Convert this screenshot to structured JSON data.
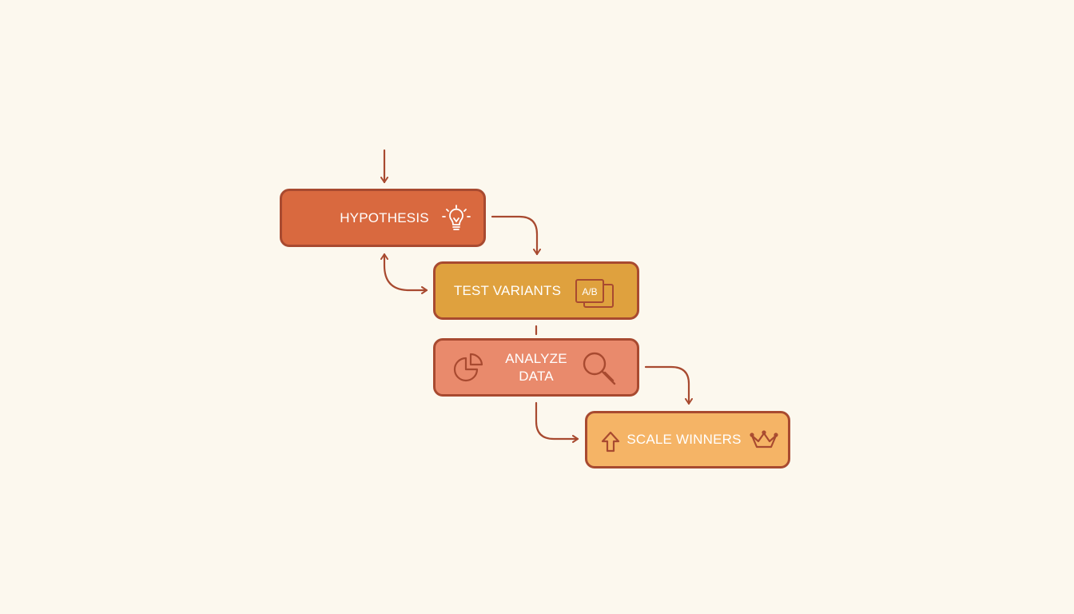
{
  "colors": {
    "background": "#fcf8ee",
    "stroke": "#a84a30",
    "hypothesis_fill": "#d9693f",
    "test_fill": "#dfa13e",
    "analyze_fill": "#e98a6c",
    "scale_fill": "#f5b466",
    "text": "#ffffff"
  },
  "nodes": {
    "hypothesis": {
      "label": "HYPOTHESIS",
      "icon": "lightbulb-icon"
    },
    "test": {
      "label": "TEST VARIANTS",
      "icon": "ab-test-icon",
      "icon_text": "A/B"
    },
    "analyze": {
      "label": "ANALYZE\nDATA",
      "icons": [
        "pie-chart-icon",
        "magnifier-icon"
      ]
    },
    "scale": {
      "label": "SCALE WINNERS",
      "icons": [
        "arrow-up-icon",
        "crown-icon"
      ]
    }
  },
  "connectors": [
    {
      "from": "start",
      "to": "hypothesis",
      "style": "arrow"
    },
    {
      "from": "hypothesis",
      "to": "test",
      "style": "arrow"
    },
    {
      "from": "test",
      "to": "hypothesis",
      "style": "double-arrow"
    },
    {
      "from": "test",
      "to": "analyze",
      "style": "line"
    },
    {
      "from": "analyze",
      "to": "scale",
      "style": "arrow"
    },
    {
      "from": "analyze",
      "to": "scale",
      "style": "arrow"
    }
  ]
}
